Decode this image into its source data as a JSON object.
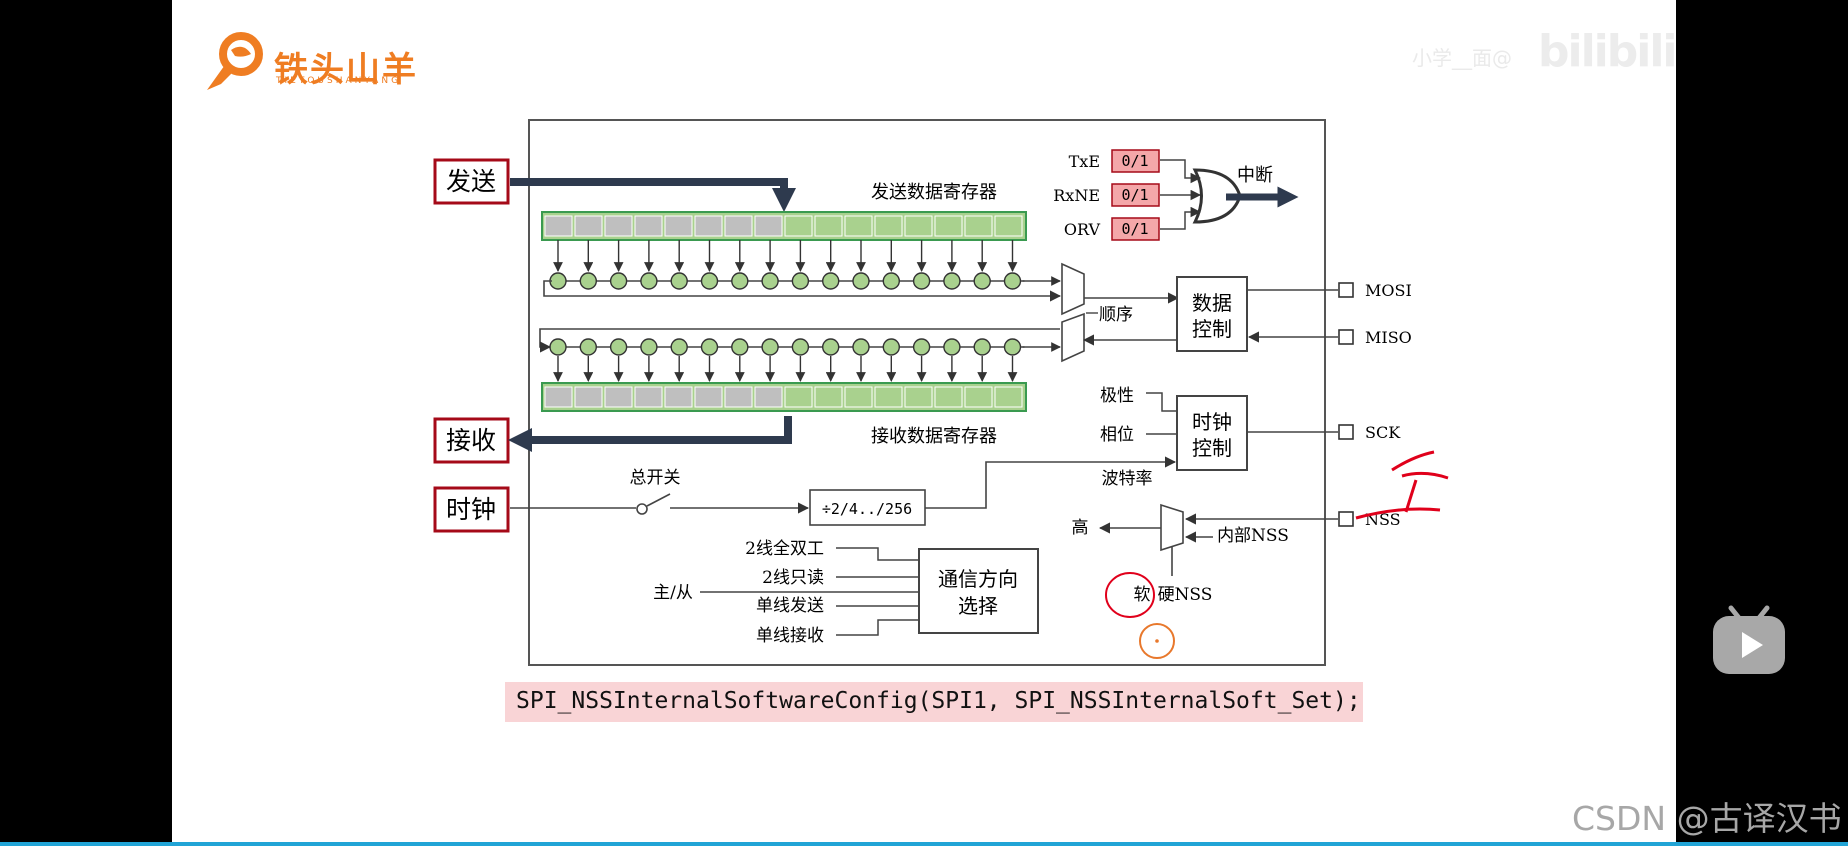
{
  "brand": {
    "name": "铁头山羊",
    "subtitle": "TIETOUSHANYANG"
  },
  "watermarks": {
    "left_text": "小学__面@",
    "bilibili": "bilibili",
    "csdn": "CSDN @古译汉书"
  },
  "diagram": {
    "tx_label": "发送",
    "rx_label": "接收",
    "clock_label": "时钟",
    "tx_register": "发送数据寄存器",
    "rx_register": "接收数据寄存器",
    "flags": [
      {
        "name": "TxE",
        "value": "0/1"
      },
      {
        "name": "RxNE",
        "value": "0/1"
      },
      {
        "name": "ORV",
        "value": "0/1"
      }
    ],
    "interrupt": "中断",
    "order": "顺序",
    "data_control": [
      "数据",
      "控制"
    ],
    "clock_control": [
      "时钟",
      "控制"
    ],
    "polarity": "极性",
    "phase": "相位",
    "baud_rate": "波特率",
    "master_switch": "总开关",
    "divider": "÷2/4../256",
    "high": "高",
    "internal_nss": "内部NSS",
    "soft": "软",
    "hard_nss": "硬NSS",
    "pins": [
      "MOSI",
      "MISO",
      "SCK",
      "NSS"
    ],
    "master_slave": "主/从",
    "direction_modes": [
      "2线全双工",
      "2线只读",
      "单线发送",
      "单线接收"
    ],
    "direction_select": [
      "通信方向",
      "选择"
    ]
  },
  "code": "SPI_NSSInternalSoftwareConfig(SPI1, SPI_NSSInternalSoft_Set);",
  "colors": {
    "slide_bg": "#ffffff",
    "brand_orange": "#ef7d22",
    "code_bg": "#f9d4d6",
    "register_green": "#a9d18e",
    "register_gray": "#bfbfbf",
    "flag_pink": "#f4a7a9",
    "annotation_red": "#e0001b",
    "label_border": "#a50a18"
  }
}
